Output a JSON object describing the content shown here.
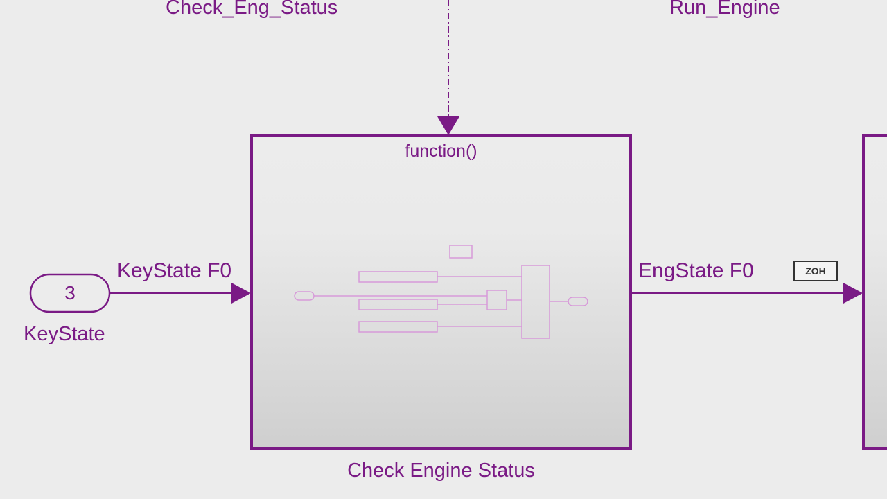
{
  "diagram": {
    "top_labels": {
      "left": "Check_Eng_Status",
      "right": "Run_Engine"
    },
    "inport": {
      "number": "3",
      "name": "KeyState"
    },
    "input_signal": {
      "label": "KeyState F0"
    },
    "subsystem": {
      "function_label": "function()",
      "name": "Check Engine Status"
    },
    "output_signal": {
      "label": "EngState F0",
      "rate_badge": "ZOH"
    }
  },
  "colors": {
    "accent": "#7a1a85",
    "background": "#ececec",
    "icon_lines": "#d79ad9"
  }
}
